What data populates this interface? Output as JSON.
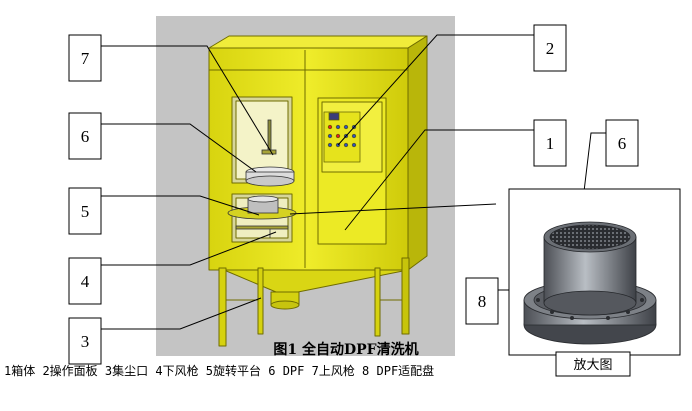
{
  "figure": {
    "title": "图1 全自动DPF清洗机",
    "legend": "1箱体 2操作面板 3集尘口 4下风枪 5旋转平台 6 DPF 7上风枪 8 DPF适配盘"
  },
  "callouts": {
    "c1": "1",
    "c2": "2",
    "c3": "3",
    "c4": "4",
    "c5": "5",
    "c6": "6",
    "c7": "7",
    "c6b": "6",
    "c8": "8"
  },
  "inset": {
    "label": "放大图"
  },
  "colors": {
    "background_panel": "#c4c4c4",
    "machine_body": "#e8e51a",
    "machine_edge": "#7f7d00",
    "dpf_dark": "#4a4d52",
    "dpf_light": "#9aa0a6"
  }
}
